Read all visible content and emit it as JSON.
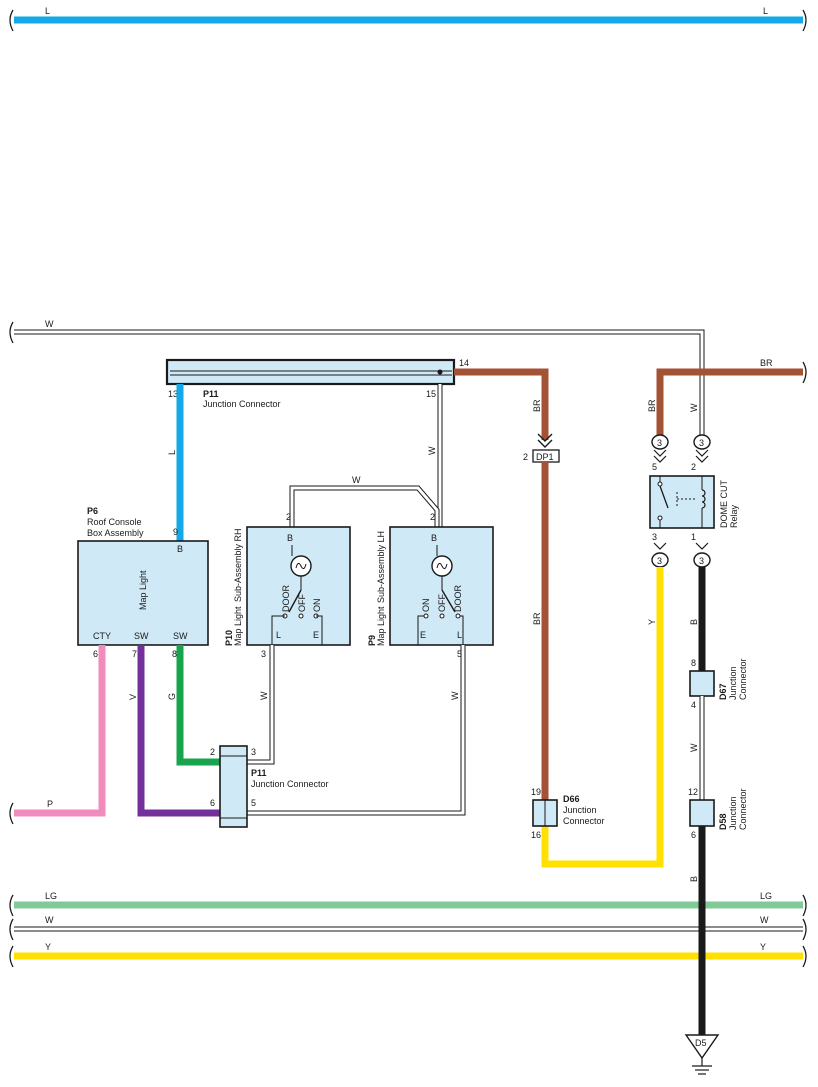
{
  "colors": {
    "L": "#12a9e6",
    "BR": "#a35233",
    "P": "#f08bbc",
    "V": "#73309a",
    "G": "#17a44c",
    "LG": "#82c99a",
    "Y": "#ffe000",
    "B": "#1a1a1a",
    "W": "#ffffff",
    "box_fill": "#cfe9f6"
  },
  "wires": {
    "top_L": "L",
    "top_W": "W",
    "br_right": "BR",
    "br_dp1": "BR",
    "br_relay": "BR",
    "w_relay": "W",
    "w_p11_15": "W",
    "w_cross": "W",
    "l_p6": "L",
    "v_p6": "V",
    "g_p6": "G",
    "p_left": "P",
    "w_p10": "W",
    "w_p9": "W",
    "br_d66": "BR",
    "y_relay": "Y",
    "b_relay": "B",
    "w_d67": "W",
    "b_d58": "B",
    "bus_LG": "LG",
    "bus_W": "W",
    "bus_Y": "Y"
  },
  "connectors": {
    "p11_top": {
      "code": "P11",
      "name": "Junction Connector",
      "pins": {
        "13": "13",
        "14": "14",
        "15": "15"
      }
    },
    "p11_bottom": {
      "code": "P11",
      "name": "Junction Connector",
      "pins": {
        "2": "2",
        "3": "3",
        "5": "5",
        "6": "6"
      }
    },
    "dp1": {
      "code": "DP1",
      "pin": "2"
    },
    "d66": {
      "code": "D66",
      "name_line1": "Junction",
      "name_line2": "Connector",
      "pins": {
        "19": "19",
        "16": "16"
      }
    },
    "d67": {
      "code": "D67",
      "name_line1": "Junction",
      "name_line2": "Connector",
      "pins": {
        "8": "8",
        "4": "4"
      }
    },
    "d58": {
      "code": "D58",
      "name_line1": "Junction",
      "name_line2": "Connector",
      "pins": {
        "12": "12",
        "6": "6"
      }
    },
    "d5": {
      "code": "D5"
    }
  },
  "components": {
    "p6": {
      "code": "P6",
      "name_line1": "Roof Console",
      "name_line2": "Box Assembly",
      "inner": "Map Light",
      "term_b": "B",
      "term_cty": "CTY",
      "term_sw1": "SW",
      "term_sw2": "SW",
      "pin_9": "9",
      "pin_6": "6",
      "pin_7": "7",
      "pin_8": "8"
    },
    "p10": {
      "code": "P10",
      "name_line1": "Map Light",
      "name_line2": "Sub-Assembly RH",
      "term_b": "B",
      "door": "DOOR",
      "off": "OFF",
      "on": "ON",
      "term_l": "L",
      "term_e": "E",
      "pin_2": "2",
      "pin_3": "3"
    },
    "p9": {
      "code": "P9",
      "name_line1": "Map Light",
      "name_line2": "Sub-Assembly LH",
      "term_b": "B",
      "door": "DOOR",
      "off": "OFF",
      "on": "ON",
      "term_l": "L",
      "term_e": "E",
      "pin_2": "2",
      "pin_5": "5"
    },
    "relay": {
      "name_line1": "DOME CUT",
      "name_line2": "Relay",
      "pin_5": "5",
      "pin_2": "2",
      "pin_3": "3",
      "pin_1": "1",
      "circle_in1": "3",
      "circle_in2": "3",
      "circle_out1": "3",
      "circle_out2": "3"
    }
  },
  "icons": [
    "ground-icon",
    "lamp-icon",
    "switch-icon",
    "relay-coil-icon"
  ]
}
